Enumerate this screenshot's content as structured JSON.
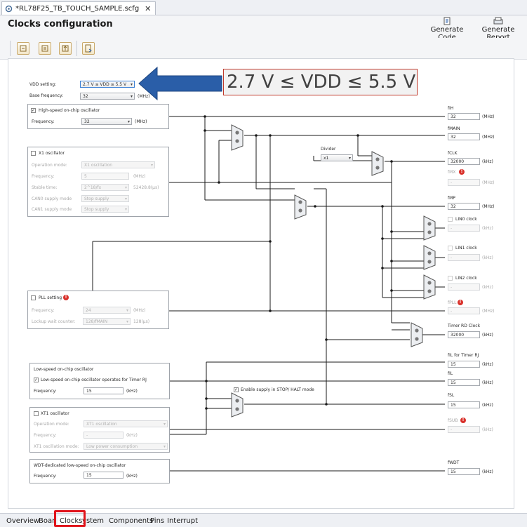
{
  "editor_tab": {
    "title": "*RL78F25_TB_TOUCH_SAMPLE.scfg",
    "close": "✕"
  },
  "header": {
    "title": "Clocks configuration",
    "generate_code": "Generate Code",
    "generate_report": "Generate Report"
  },
  "callout": {
    "text": "2.7 V ≤ VDD ≤ 5.5 V",
    "arrow_color": "#2a5ea8",
    "border_color": "#c0392b"
  },
  "vdd": {
    "label": "VDD setting:",
    "value": "2.7 V ≤ VDD ≤ 5.5 V",
    "base_label": "Base frequency:",
    "base_value": "32",
    "base_unit": "(MHz)"
  },
  "hoco": {
    "label": "High-speed on-chip oscillator",
    "checked": "✓",
    "freq_label": "Frequency:",
    "freq_value": "32",
    "unit": "(MHz)"
  },
  "x1": {
    "label": "X1 oscillator",
    "mode_label": "Operation mode:",
    "mode_value": "X1 oscillation",
    "freq_label": "Frequency:",
    "freq_value": "5",
    "freq_unit": "(MHz)",
    "stable_label": "Stable time:",
    "stable_value": "2^18/fx",
    "stable_unit": "52428.8(μs)",
    "can0_label": "CAN0 supply mode",
    "can0_value": "Stop supply",
    "can1_label": "CAN1 supply mode",
    "can1_value": "Stop supply"
  },
  "pll": {
    "label": "PLL setting",
    "freq_label": "Frequency:",
    "freq_value": "24",
    "freq_unit": "(MHz)",
    "lock_label": "Lockup wait counter:",
    "lock_value": "128/fMAIN",
    "lock_unit": "128(μs)"
  },
  "loco": {
    "label": "Low-speed on-chip oscillator",
    "rj_label": "Low-speed on-chip oscillator operates for Timer RJ",
    "checked": "✓",
    "freq_label": "Frequency:",
    "freq_value": "15",
    "unit": "(kHz)"
  },
  "xt1": {
    "label": "XT1 oscillator",
    "mode_label": "Operation mode:",
    "mode_value": "XT1 oscillation",
    "freq_label": "Frequency:",
    "freq_value": "-",
    "freq_unit": "(kHz)",
    "osc_label": "XT1 oscillation mode:",
    "osc_value": "Low power consumption"
  },
  "wdt": {
    "label": "WDT-dedicated low-speed on-chip oscillator",
    "freq_label": "Frequency:",
    "freq_value": "15",
    "unit": "(kHz)"
  },
  "divider": {
    "label": "Divider",
    "value": "x1"
  },
  "stop_halt": {
    "label": "Enable supply in STOP/ HALT mode",
    "checked": "✓"
  },
  "outputs": {
    "fih": {
      "label": "fIH",
      "value": "32",
      "unit": "(MHz)"
    },
    "fmain": {
      "label": "fMAIN",
      "value": "32",
      "unit": "(MHz)"
    },
    "fclk": {
      "label": "fCLK",
      "value": "32000",
      "unit": "(kHz)"
    },
    "fmx": {
      "label": "fMX",
      "value": "-",
      "unit": "(MHz)"
    },
    "fmp": {
      "label": "fMP",
      "value": "32",
      "unit": "(MHz)"
    },
    "lin0": {
      "label": "LIN0 clock",
      "value": "-",
      "unit": "(kHz)"
    },
    "lin1": {
      "label": "LIN1 clock",
      "value": "-",
      "unit": "(kHz)"
    },
    "lin2": {
      "label": "LIN2 clock",
      "value": "-",
      "unit": "(kHz)"
    },
    "fpll": {
      "label": "fPLL",
      "value": "-",
      "unit": "(MHz)"
    },
    "timerrd": {
      "label": "Timer RD Clock",
      "value": "32000",
      "unit": "(kHz)"
    },
    "filrj": {
      "label": "fIL for Timer RJ",
      "value": "15",
      "unit": "(kHz)"
    },
    "fil": {
      "label": "fIL",
      "value": "15",
      "unit": "(kHz)"
    },
    "fsl": {
      "label": "fSL",
      "value": "15",
      "unit": "(kHz)"
    },
    "fsub": {
      "label": "fSUB",
      "value": "-",
      "unit": "(kHz)"
    },
    "fwdt": {
      "label": "fWDT",
      "value": "15",
      "unit": "(kHz)"
    }
  },
  "warning_glyph": "!",
  "bottom_tabs": [
    "Overview",
    "Board",
    "Clocks",
    "System",
    "Components",
    "Pins",
    "Interrupt"
  ],
  "colors": {
    "wire": "#1a1a1a",
    "highlight": "#e0131a",
    "error": "#d9312b"
  }
}
